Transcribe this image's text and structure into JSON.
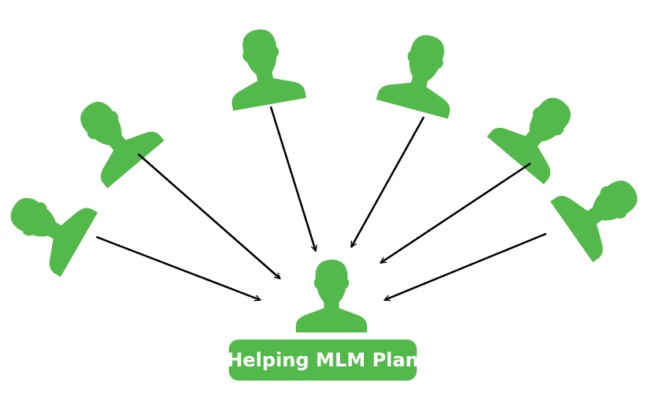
{
  "diagram": {
    "title": "Helping MLM Plan",
    "colors": {
      "person": "#52b94a",
      "arrow": "#000000",
      "label_bg": "#52b94a",
      "label_text": "#ffffff"
    },
    "nodes": [
      {
        "id": "center",
        "role": "receiver"
      },
      {
        "id": "far-left",
        "role": "helper"
      },
      {
        "id": "left",
        "role": "helper"
      },
      {
        "id": "top-left",
        "role": "helper"
      },
      {
        "id": "top-right",
        "role": "helper"
      },
      {
        "id": "right",
        "role": "helper"
      },
      {
        "id": "far-right",
        "role": "helper"
      }
    ],
    "edges": [
      {
        "from": "far-left",
        "to": "center"
      },
      {
        "from": "left",
        "to": "center"
      },
      {
        "from": "top-left",
        "to": "center"
      },
      {
        "from": "top-right",
        "to": "center"
      },
      {
        "from": "right",
        "to": "center"
      },
      {
        "from": "far-right",
        "to": "center"
      }
    ]
  }
}
